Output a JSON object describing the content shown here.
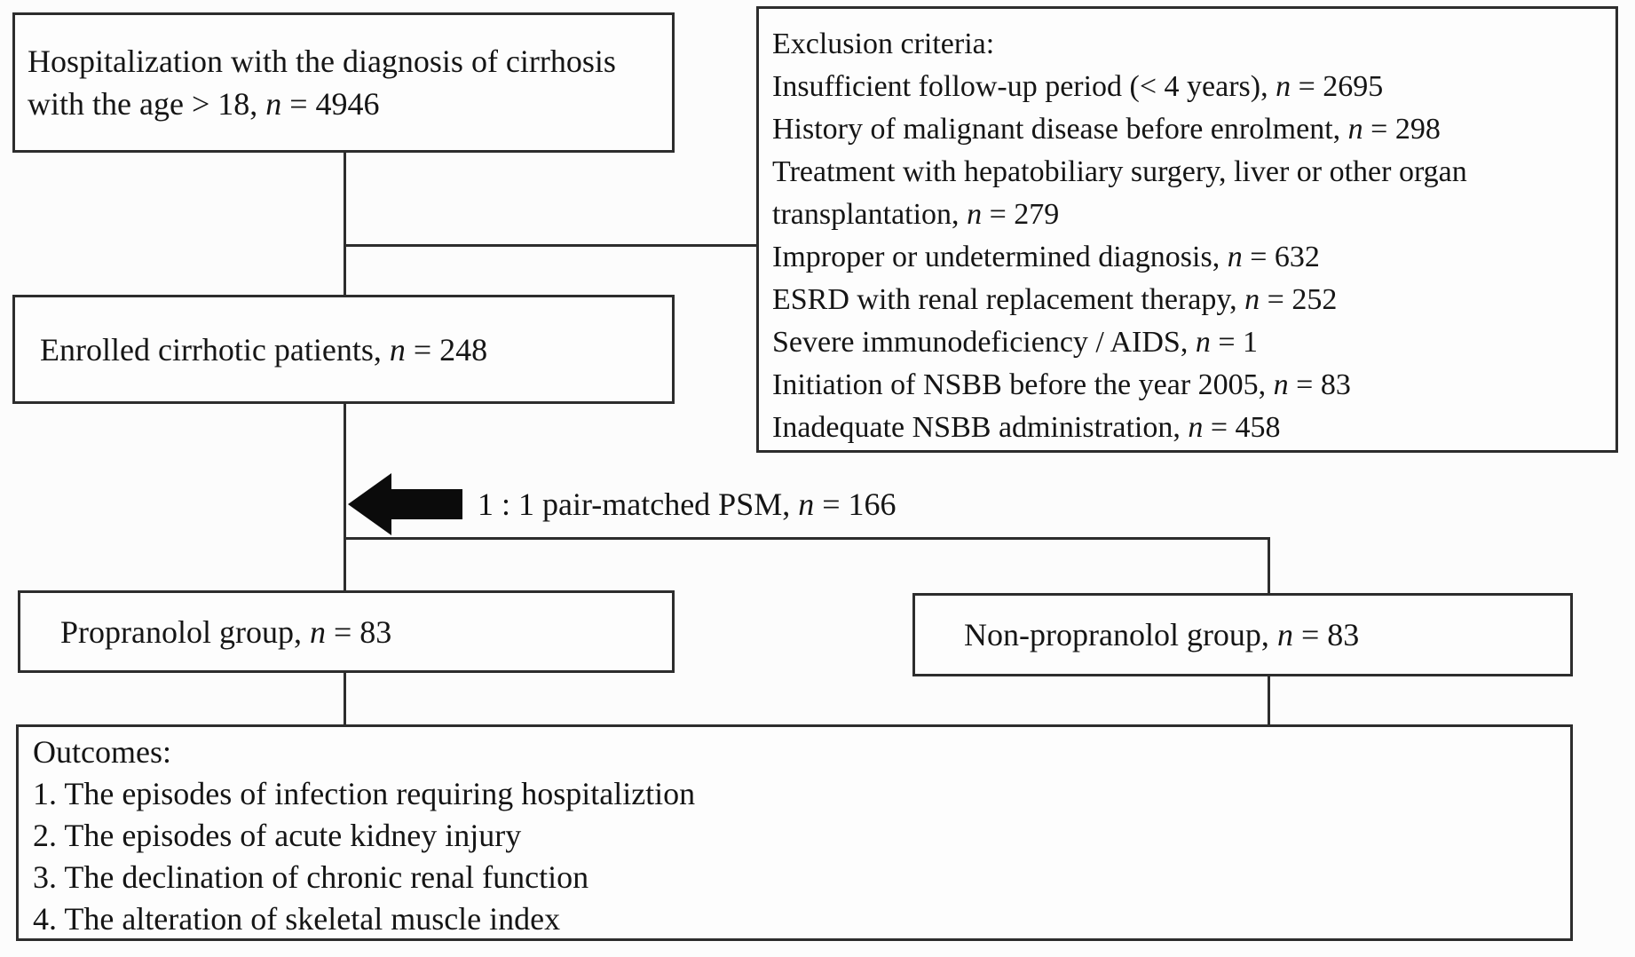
{
  "hospitalization_box": {
    "text": "Hospitalization with the diagnosis of cirrhosis with the age > 18, n = 4946"
  },
  "exclusion_box": {
    "title": "Exclusion criteria:",
    "items": [
      "Insufficient follow-up period (< 4 years), n = 2695",
      "History of malignant disease before enrolment, n = 298",
      "Treatment with hepatobiliary surgery, liver or other organ transplantation, n = 279",
      "Improper or undetermined diagnosis, n = 632",
      "ESRD with renal replacement therapy, n = 252",
      "Severe immunodeficiency / AIDS, n = 1",
      "Initiation of NSBB before the year 2005, n = 83",
      "Inadequate NSBB administration, n = 458"
    ]
  },
  "enrolled_box": {
    "text": "Enrolled cirrhotic patients, n = 248"
  },
  "psm": {
    "label": "1 : 1 pair-matched PSM, n = 166"
  },
  "propranolol_box": {
    "text": "Propranolol group, n = 83"
  },
  "non_propranolol_box": {
    "text": "Non-propranolol group, n = 83"
  },
  "outcomes_box": {
    "title": "Outcomes:",
    "items": [
      "1. The episodes of infection requiring hospitaliztion",
      "2. The episodes of acute kidney injury",
      "3. The declination of chronic renal function",
      "4. The alteration of skeletal muscle index"
    ]
  },
  "colors": {
    "border": "#2d2d2d",
    "text": "#151515",
    "background": "#fcfcfc",
    "arrow": "#0b0b0b"
  }
}
